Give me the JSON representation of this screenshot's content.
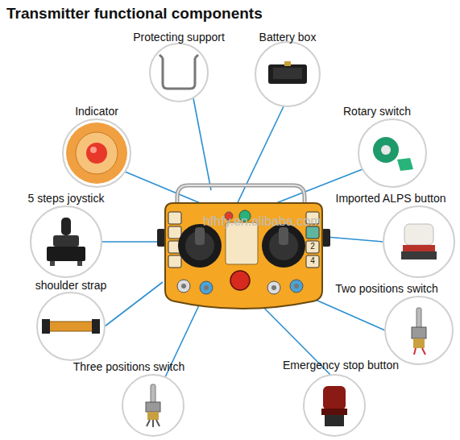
{
  "diagram": {
    "title": "Transmitter functional components",
    "nodes": [
      {
        "text": [
          "Protecting support"
        ]
      },
      {
        "text": [
          "Battery box"
        ]
      },
      {
        "text": [
          "Indicator"
        ]
      },
      {
        "text": [
          "Rotary switch"
        ]
      },
      {
        "text": [
          "5 steps joystick"
        ]
      },
      {
        "text": [
          "Imported ALPS button"
        ]
      },
      {
        "text": [
          "shoulder strap"
        ]
      },
      {
        "text": [
          "Two positions switch"
        ]
      },
      {
        "text": [
          "Three positions switch"
        ]
      },
      {
        "text": [
          "Emergency stop button"
        ]
      }
    ],
    "labels": [
      "hfhfy.en.alibaba.com",
      "2",
      "4"
    ]
  }
}
